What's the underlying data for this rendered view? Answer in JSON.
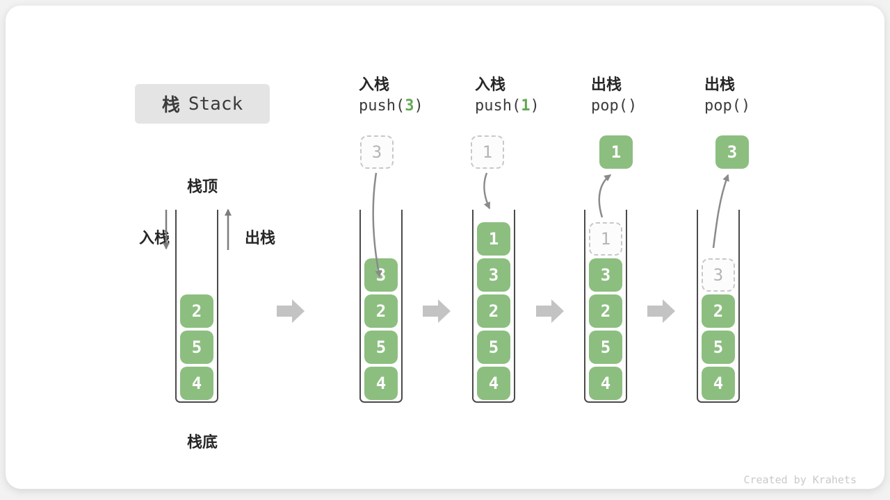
{
  "page": {
    "title_zh": "栈",
    "title_en": "Stack",
    "credit": "Created by Krahets"
  },
  "colors": {
    "box_green": "#8cbe80",
    "code_green": "#61a853",
    "curve_arrow_gray": "#8a8a8a",
    "block_arrow_gray": "#c3c3c3",
    "title_bg": "#e4e4e4"
  },
  "base_stack": {
    "top_label": "栈顶",
    "bottom_label": "栈底",
    "push_label": "入栈",
    "pop_label": "出栈",
    "values": [
      "2",
      "5",
      "4"
    ]
  },
  "steps": [
    {
      "op_label": "入栈",
      "code_pre": "push(",
      "code_arg": "3",
      "code_post": ")",
      "float": {
        "value": "3",
        "style": "dashed"
      },
      "arrow": "down",
      "stack": [
        {
          "v": "3"
        },
        {
          "v": "2"
        },
        {
          "v": "5"
        },
        {
          "v": "4"
        }
      ]
    },
    {
      "op_label": "入栈",
      "code_pre": "push(",
      "code_arg": "1",
      "code_post": ")",
      "float": {
        "value": "1",
        "style": "dashed"
      },
      "arrow": "down",
      "stack": [
        {
          "v": "1"
        },
        {
          "v": "3"
        },
        {
          "v": "2"
        },
        {
          "v": "5"
        },
        {
          "v": "4"
        }
      ]
    },
    {
      "op_label": "出栈",
      "code_pre": "pop(",
      "code_arg": "",
      "code_post": ")",
      "float": {
        "value": "1",
        "style": "solid"
      },
      "arrow": "up",
      "stack": [
        {
          "v": "1",
          "dashed": true
        },
        {
          "v": "3"
        },
        {
          "v": "2"
        },
        {
          "v": "5"
        },
        {
          "v": "4"
        }
      ]
    },
    {
      "op_label": "出栈",
      "code_pre": "pop(",
      "code_arg": "",
      "code_post": ")",
      "float": {
        "value": "3",
        "style": "solid"
      },
      "arrow": "up",
      "stack": [
        {
          "v": "3",
          "dashed": true
        },
        {
          "v": "2"
        },
        {
          "v": "5"
        },
        {
          "v": "4"
        }
      ]
    }
  ]
}
